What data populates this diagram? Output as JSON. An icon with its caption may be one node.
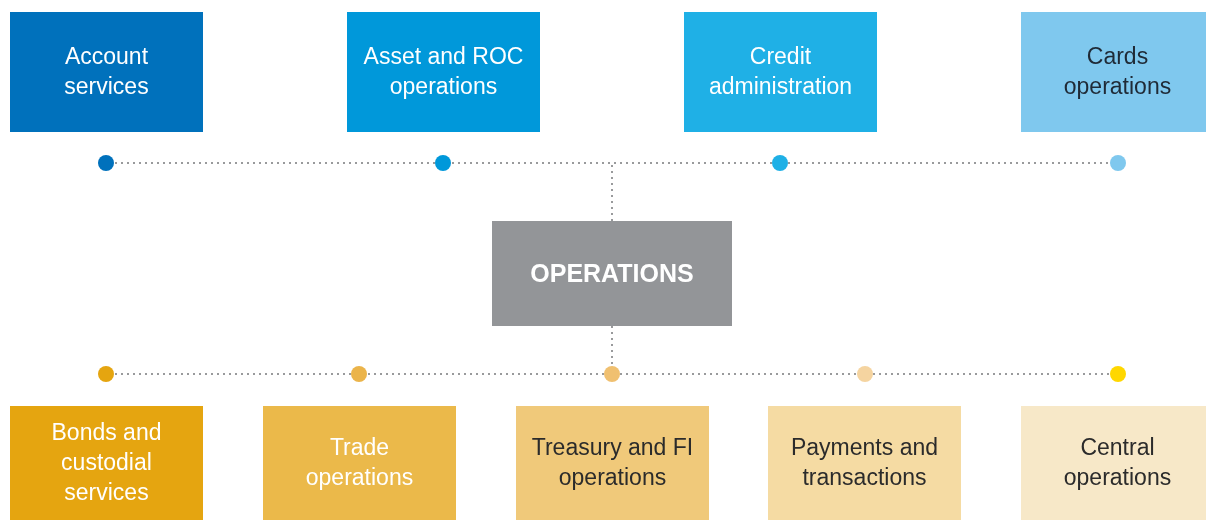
{
  "diagram": {
    "nodes": [
      {
        "text": [
          "Account services"
        ]
      },
      {
        "text": [
          "Asset and ROC operations"
        ]
      },
      {
        "text": [
          "Credit administration"
        ]
      },
      {
        "text": [
          "Cards operations"
        ]
      },
      {
        "text": [],
        "shape": "circle"
      },
      {
        "text": [],
        "shape": "circle"
      },
      {
        "text": [],
        "shape": "circle"
      },
      {
        "text": [],
        "shape": "circle"
      },
      {
        "text": [
          "OPERATIONS"
        ]
      },
      {
        "text": [],
        "shape": "circle"
      },
      {
        "text": [],
        "shape": "circle"
      },
      {
        "text": [],
        "shape": "circle"
      },
      {
        "text": [],
        "shape": "circle"
      },
      {
        "text": [],
        "shape": "circle"
      },
      {
        "text": [
          "Bonds and custodial services"
        ]
      },
      {
        "text": [
          "Trade operations"
        ]
      },
      {
        "text": [
          "Treasury and FI operations"
        ]
      },
      {
        "text": [
          "Payments and transactions"
        ]
      },
      {
        "text": [
          "Central operations"
        ]
      }
    ],
    "edges": [
      {
        "from": 5,
        "to": 4,
        "arrow": "none",
        "style": "dashed"
      },
      {
        "from": 8,
        "to": 5,
        "arrow": "none",
        "style": "dashed"
      },
      {
        "from": 8,
        "to": 6,
        "arrow": "none",
        "style": "dashed"
      },
      {
        "from": 6,
        "to": 7,
        "arrow": "none",
        "style": "dashed"
      },
      {
        "from": 10,
        "to": 9,
        "arrow": "none",
        "style": "dashed"
      },
      {
        "from": 11,
        "to": 10,
        "arrow": "none",
        "style": "dashed"
      },
      {
        "from": 8,
        "to": 11,
        "arrow": "none",
        "style": "dashed"
      },
      {
        "from": 11,
        "to": 12,
        "arrow": "none",
        "style": "dashed"
      },
      {
        "from": 12,
        "to": 13,
        "arrow": "none",
        "style": "dashed"
      }
    ]
  }
}
